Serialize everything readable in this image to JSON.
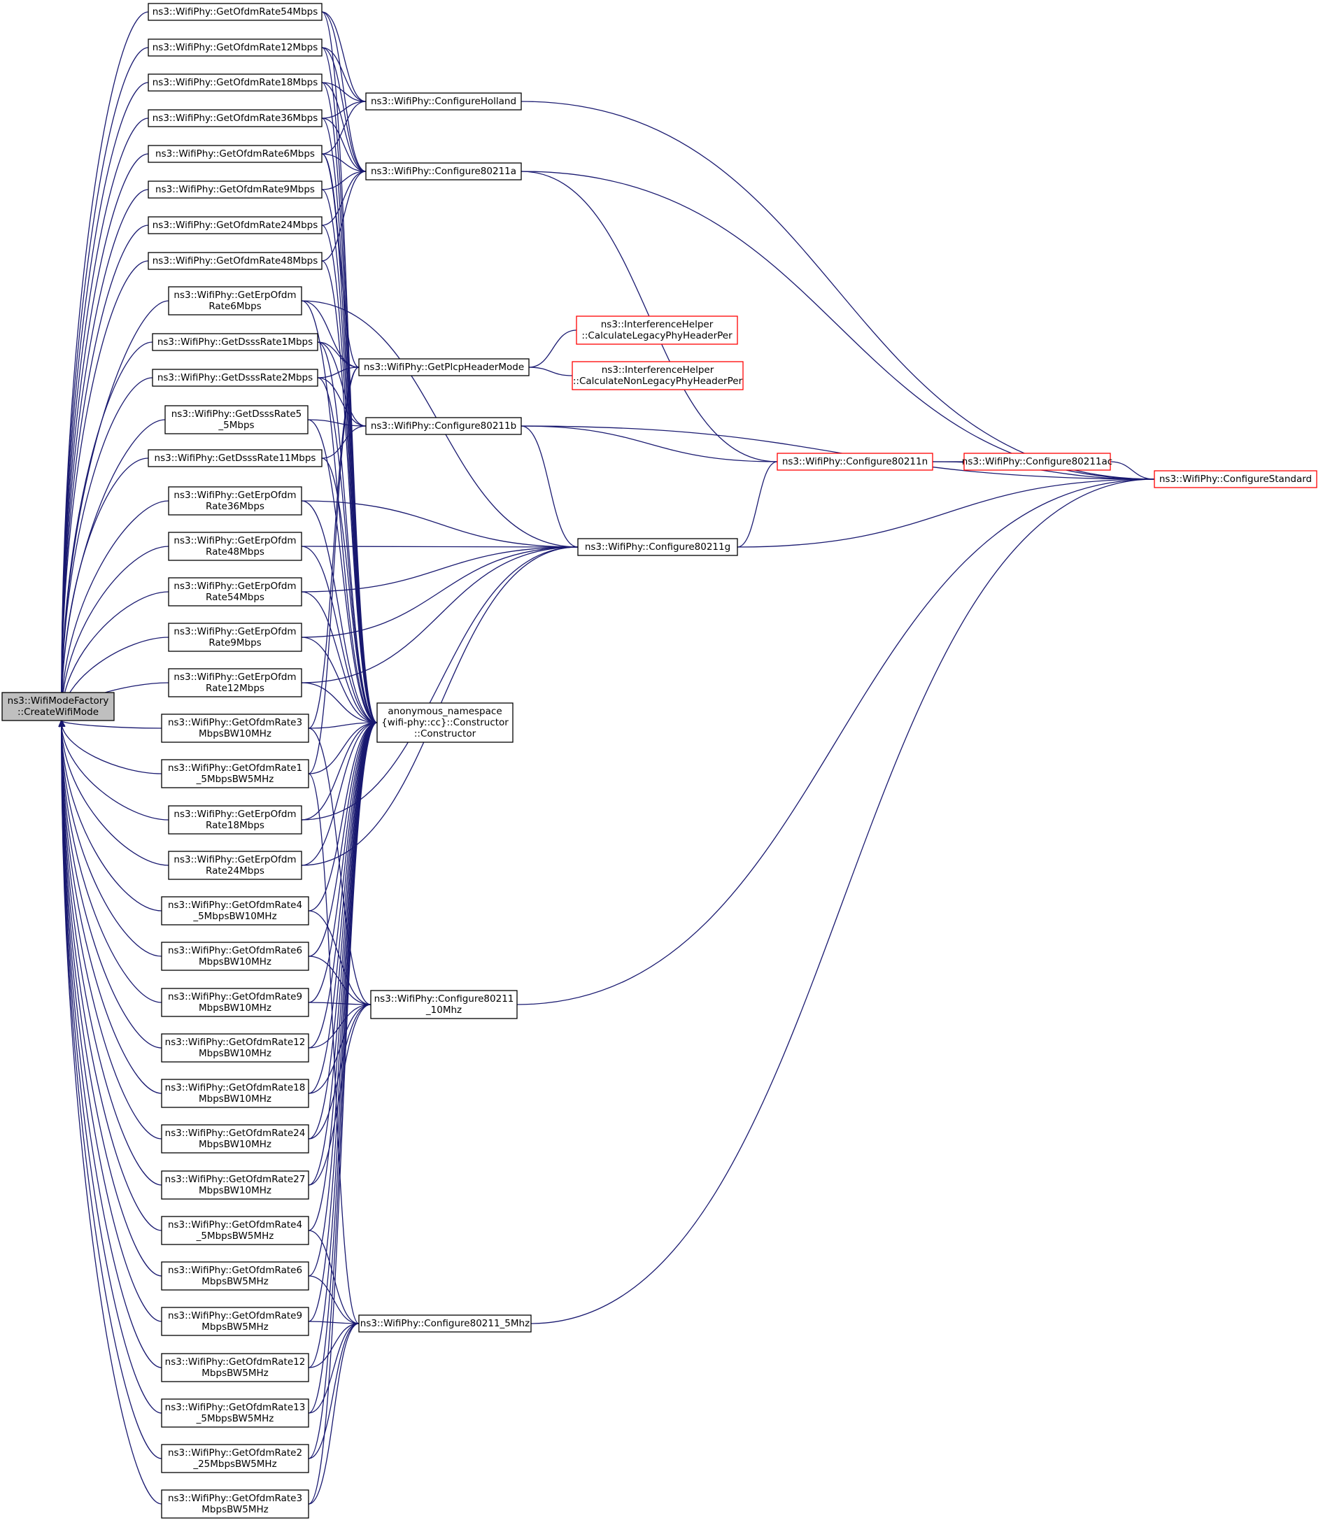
{
  "colors": {
    "edge": "#191970",
    "node_border": "#000000",
    "external_border": "#ff0000",
    "root_fill": "#bfbfbf",
    "background": "#ffffff"
  },
  "nodes": [
    {
      "id": "root",
      "lines": [
        "ns3::WifiModeFactory",
        "::CreateWifiMode"
      ],
      "kind": "root"
    },
    {
      "id": "o54",
      "lines": [
        "ns3::WifiPhy::GetOfdmRate54Mbps"
      ]
    },
    {
      "id": "o12",
      "lines": [
        "ns3::WifiPhy::GetOfdmRate12Mbps"
      ]
    },
    {
      "id": "o18",
      "lines": [
        "ns3::WifiPhy::GetOfdmRate18Mbps"
      ]
    },
    {
      "id": "o36",
      "lines": [
        "ns3::WifiPhy::GetOfdmRate36Mbps"
      ]
    },
    {
      "id": "o6",
      "lines": [
        "ns3::WifiPhy::GetOfdmRate6Mbps"
      ]
    },
    {
      "id": "o9",
      "lines": [
        "ns3::WifiPhy::GetOfdmRate9Mbps"
      ]
    },
    {
      "id": "o24",
      "lines": [
        "ns3::WifiPhy::GetOfdmRate24Mbps"
      ]
    },
    {
      "id": "o48",
      "lines": [
        "ns3::WifiPhy::GetOfdmRate48Mbps"
      ]
    },
    {
      "id": "e6",
      "lines": [
        "ns3::WifiPhy::GetErpOfdm",
        "Rate6Mbps"
      ]
    },
    {
      "id": "d1",
      "lines": [
        "ns3::WifiPhy::GetDsssRate1Mbps"
      ]
    },
    {
      "id": "d2",
      "lines": [
        "ns3::WifiPhy::GetDsssRate2Mbps"
      ]
    },
    {
      "id": "d55",
      "lines": [
        "ns3::WifiPhy::GetDsssRate5",
        "_5Mbps"
      ]
    },
    {
      "id": "d11",
      "lines": [
        "ns3::WifiPhy::GetDsssRate11Mbps"
      ]
    },
    {
      "id": "e36",
      "lines": [
        "ns3::WifiPhy::GetErpOfdm",
        "Rate36Mbps"
      ]
    },
    {
      "id": "e48",
      "lines": [
        "ns3::WifiPhy::GetErpOfdm",
        "Rate48Mbps"
      ]
    },
    {
      "id": "e54",
      "lines": [
        "ns3::WifiPhy::GetErpOfdm",
        "Rate54Mbps"
      ]
    },
    {
      "id": "e9",
      "lines": [
        "ns3::WifiPhy::GetErpOfdm",
        "Rate9Mbps"
      ]
    },
    {
      "id": "e12",
      "lines": [
        "ns3::WifiPhy::GetErpOfdm",
        "Rate12Mbps"
      ]
    },
    {
      "id": "t3",
      "lines": [
        "ns3::WifiPhy::GetOfdmRate3",
        "MbpsBW10MHz"
      ]
    },
    {
      "id": "f15",
      "lines": [
        "ns3::WifiPhy::GetOfdmRate1",
        "_5MbpsBW5MHz"
      ]
    },
    {
      "id": "e18",
      "lines": [
        "ns3::WifiPhy::GetErpOfdm",
        "Rate18Mbps"
      ]
    },
    {
      "id": "e24",
      "lines": [
        "ns3::WifiPhy::GetErpOfdm",
        "Rate24Mbps"
      ]
    },
    {
      "id": "t45",
      "lines": [
        "ns3::WifiPhy::GetOfdmRate4",
        "_5MbpsBW10MHz"
      ]
    },
    {
      "id": "t6",
      "lines": [
        "ns3::WifiPhy::GetOfdmRate6",
        "MbpsBW10MHz"
      ]
    },
    {
      "id": "t9",
      "lines": [
        "ns3::WifiPhy::GetOfdmRate9",
        "MbpsBW10MHz"
      ]
    },
    {
      "id": "t12",
      "lines": [
        "ns3::WifiPhy::GetOfdmRate12",
        "MbpsBW10MHz"
      ]
    },
    {
      "id": "t18",
      "lines": [
        "ns3::WifiPhy::GetOfdmRate18",
        "MbpsBW10MHz"
      ]
    },
    {
      "id": "t24",
      "lines": [
        "ns3::WifiPhy::GetOfdmRate24",
        "MbpsBW10MHz"
      ]
    },
    {
      "id": "t27",
      "lines": [
        "ns3::WifiPhy::GetOfdmRate27",
        "MbpsBW10MHz"
      ]
    },
    {
      "id": "f45",
      "lines": [
        "ns3::WifiPhy::GetOfdmRate4",
        "_5MbpsBW5MHz"
      ]
    },
    {
      "id": "f6",
      "lines": [
        "ns3::WifiPhy::GetOfdmRate6",
        "MbpsBW5MHz"
      ]
    },
    {
      "id": "f9",
      "lines": [
        "ns3::WifiPhy::GetOfdmRate9",
        "MbpsBW5MHz"
      ]
    },
    {
      "id": "f12",
      "lines": [
        "ns3::WifiPhy::GetOfdmRate12",
        "MbpsBW5MHz"
      ]
    },
    {
      "id": "f135",
      "lines": [
        "ns3::WifiPhy::GetOfdmRate13",
        "_5MbpsBW5MHz"
      ]
    },
    {
      "id": "f225",
      "lines": [
        "ns3::WifiPhy::GetOfdmRate2",
        "_25MbpsBW5MHz"
      ]
    },
    {
      "id": "f3",
      "lines": [
        "ns3::WifiPhy::GetOfdmRate3",
        "MbpsBW5MHz"
      ]
    },
    {
      "id": "holland",
      "lines": [
        "ns3::WifiPhy::ConfigureHolland"
      ]
    },
    {
      "id": "c11a",
      "lines": [
        "ns3::WifiPhy::Configure80211a"
      ]
    },
    {
      "id": "plcp",
      "lines": [
        "ns3::WifiPhy::GetPlcpHeaderMode"
      ]
    },
    {
      "id": "c11b",
      "lines": [
        "ns3::WifiPhy::Configure80211b"
      ]
    },
    {
      "id": "anon",
      "lines": [
        "anonymous_namespace",
        "{wifi-phy::cc}::Constructor",
        "::Constructor"
      ]
    },
    {
      "id": "c10m",
      "lines": [
        "ns3::WifiPhy::Configure80211",
        "_10Mhz"
      ]
    },
    {
      "id": "c5m",
      "lines": [
        "ns3::WifiPhy::Configure80211_5Mhz"
      ]
    },
    {
      "id": "ihl",
      "lines": [
        "ns3::InterferenceHelper",
        "::CalculateLegacyPhyHeaderPer"
      ],
      "kind": "red"
    },
    {
      "id": "ihn",
      "lines": [
        "ns3::InterferenceHelper",
        "::CalculateNonLegacyPhyHeaderPer"
      ],
      "kind": "red"
    },
    {
      "id": "c11g",
      "lines": [
        "ns3::WifiPhy::Configure80211g"
      ]
    },
    {
      "id": "c11n",
      "lines": [
        "ns3::WifiPhy::Configure80211n"
      ],
      "kind": "red"
    },
    {
      "id": "c11ac",
      "lines": [
        "ns3::WifiPhy::Configure80211ac"
      ],
      "kind": "red"
    },
    {
      "id": "cstd",
      "lines": [
        "ns3::WifiPhy::ConfigureStandard"
      ],
      "kind": "red"
    }
  ],
  "edges": [
    [
      "root",
      "o54"
    ],
    [
      "root",
      "o12"
    ],
    [
      "root",
      "o18"
    ],
    [
      "root",
      "o36"
    ],
    [
      "root",
      "o6"
    ],
    [
      "root",
      "o9"
    ],
    [
      "root",
      "o24"
    ],
    [
      "root",
      "o48"
    ],
    [
      "root",
      "e6"
    ],
    [
      "root",
      "d1"
    ],
    [
      "root",
      "d2"
    ],
    [
      "root",
      "d55"
    ],
    [
      "root",
      "d11"
    ],
    [
      "root",
      "e36"
    ],
    [
      "root",
      "e48"
    ],
    [
      "root",
      "e54"
    ],
    [
      "root",
      "e9"
    ],
    [
      "root",
      "e12"
    ],
    [
      "root",
      "t3"
    ],
    [
      "root",
      "f15"
    ],
    [
      "root",
      "e18"
    ],
    [
      "root",
      "e24"
    ],
    [
      "root",
      "t45"
    ],
    [
      "root",
      "t6"
    ],
    [
      "root",
      "t9"
    ],
    [
      "root",
      "t12"
    ],
    [
      "root",
      "t18"
    ],
    [
      "root",
      "t24"
    ],
    [
      "root",
      "t27"
    ],
    [
      "root",
      "f45"
    ],
    [
      "root",
      "f6"
    ],
    [
      "root",
      "f9"
    ],
    [
      "root",
      "f12"
    ],
    [
      "root",
      "f135"
    ],
    [
      "root",
      "f225"
    ],
    [
      "root",
      "f3"
    ],
    [
      "o54",
      "holland"
    ],
    [
      "o54",
      "c11a"
    ],
    [
      "o54",
      "anon"
    ],
    [
      "o12",
      "holland"
    ],
    [
      "o12",
      "c11a"
    ],
    [
      "o12",
      "anon"
    ],
    [
      "o18",
      "holland"
    ],
    [
      "o18",
      "c11a"
    ],
    [
      "o18",
      "anon"
    ],
    [
      "o36",
      "holland"
    ],
    [
      "o36",
      "c11a"
    ],
    [
      "o36",
      "anon"
    ],
    [
      "o6",
      "holland"
    ],
    [
      "o6",
      "c11a"
    ],
    [
      "o6",
      "plcp"
    ],
    [
      "o6",
      "anon"
    ],
    [
      "o9",
      "c11a"
    ],
    [
      "o9",
      "anon"
    ],
    [
      "o24",
      "c11a"
    ],
    [
      "o24",
      "anon"
    ],
    [
      "o48",
      "c11a"
    ],
    [
      "o48",
      "anon"
    ],
    [
      "e6",
      "c11g"
    ],
    [
      "e6",
      "plcp"
    ],
    [
      "e6",
      "anon"
    ],
    [
      "d1",
      "plcp"
    ],
    [
      "d1",
      "c11b"
    ],
    [
      "d1",
      "anon"
    ],
    [
      "d2",
      "plcp"
    ],
    [
      "d2",
      "c11b"
    ],
    [
      "d2",
      "anon"
    ],
    [
      "d55",
      "c11b"
    ],
    [
      "d55",
      "anon"
    ],
    [
      "d11",
      "c11b"
    ],
    [
      "d11",
      "anon"
    ],
    [
      "e36",
      "c11g"
    ],
    [
      "e36",
      "anon"
    ],
    [
      "e48",
      "c11g"
    ],
    [
      "e48",
      "anon"
    ],
    [
      "e54",
      "c11g"
    ],
    [
      "e54",
      "anon"
    ],
    [
      "e9",
      "c11g"
    ],
    [
      "e9",
      "anon"
    ],
    [
      "e12",
      "c11g"
    ],
    [
      "e12",
      "anon"
    ],
    [
      "t3",
      "anon"
    ],
    [
      "t3",
      "c10m"
    ],
    [
      "t3",
      "plcp"
    ],
    [
      "f15",
      "anon"
    ],
    [
      "f15",
      "c5m"
    ],
    [
      "f15",
      "plcp"
    ],
    [
      "e18",
      "c11g"
    ],
    [
      "e18",
      "anon"
    ],
    [
      "e24",
      "c11g"
    ],
    [
      "e24",
      "anon"
    ],
    [
      "t45",
      "anon"
    ],
    [
      "t45",
      "c10m"
    ],
    [
      "t6",
      "anon"
    ],
    [
      "t6",
      "c10m"
    ],
    [
      "t9",
      "anon"
    ],
    [
      "t9",
      "c10m"
    ],
    [
      "t12",
      "anon"
    ],
    [
      "t12",
      "c10m"
    ],
    [
      "t18",
      "anon"
    ],
    [
      "t18",
      "c10m"
    ],
    [
      "t24",
      "anon"
    ],
    [
      "t24",
      "c10m"
    ],
    [
      "t27",
      "anon"
    ],
    [
      "t27",
      "c10m"
    ],
    [
      "f45",
      "anon"
    ],
    [
      "f45",
      "c5m"
    ],
    [
      "f6",
      "anon"
    ],
    [
      "f6",
      "c5m"
    ],
    [
      "f9",
      "anon"
    ],
    [
      "f9",
      "c5m"
    ],
    [
      "f12",
      "anon"
    ],
    [
      "f12",
      "c5m"
    ],
    [
      "f135",
      "anon"
    ],
    [
      "f135",
      "c5m"
    ],
    [
      "f225",
      "anon"
    ],
    [
      "f225",
      "c5m"
    ],
    [
      "f3",
      "anon"
    ],
    [
      "f3",
      "c5m"
    ],
    [
      "holland",
      "cstd"
    ],
    [
      "c11a",
      "cstd"
    ],
    [
      "c11a",
      "c11n"
    ],
    [
      "c11b",
      "cstd"
    ],
    [
      "c11b",
      "c11n"
    ],
    [
      "c11b",
      "c11g"
    ],
    [
      "plcp",
      "ihl"
    ],
    [
      "plcp",
      "ihn"
    ],
    [
      "c11g",
      "c11n"
    ],
    [
      "c11g",
      "cstd"
    ],
    [
      "c11n",
      "c11ac"
    ],
    [
      "c11n",
      "cstd"
    ],
    [
      "c11ac",
      "cstd"
    ],
    [
      "c10m",
      "cstd"
    ],
    [
      "c5m",
      "cstd"
    ]
  ]
}
